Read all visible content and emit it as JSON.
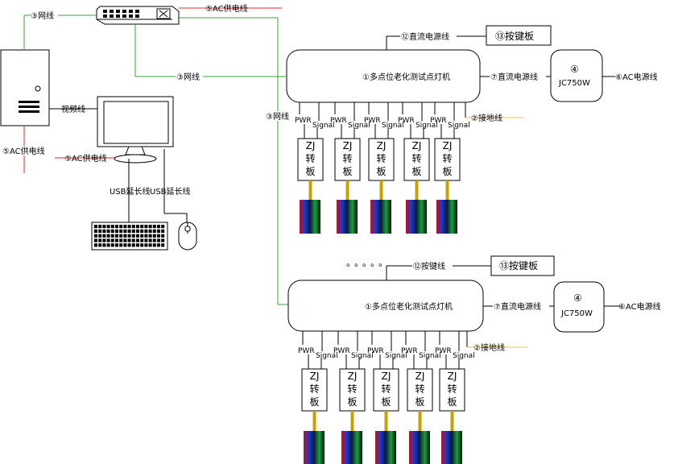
{
  "colors": {
    "network": "#3aa33a",
    "ac_power": "#e8262b",
    "ground": "#f0c040",
    "cable": "#c8a000",
    "line": "#000000"
  },
  "labels": {
    "net_top": "③网线",
    "ac_switch": "⑤AC供电线",
    "net_mid": "③网线",
    "net_side": "③网线",
    "video": "视频线",
    "ac_pc": "⑤AC供电线",
    "ac_monitor": "⑤AC供电线",
    "usb_kb": "USB延长线",
    "usb_mouse": "USB延长线",
    "ellipsis": "。。。。。"
  },
  "groups": [
    {
      "tester": "①多点位老化测试点灯机",
      "dc_top": "⑫直流电源线",
      "keypad": "⑬按键板",
      "dc_side": "⑦直流电源线",
      "psu_num": "④",
      "psu_model": "JC750W",
      "ac_psu": "⑥AC电源线",
      "ground": "②接地线",
      "pwr": [
        "PWR",
        "PWR",
        "PWR",
        "PWR",
        "PWR"
      ],
      "signal": [
        "Signal",
        "Signal",
        "Signal",
        "Signal",
        "Signal"
      ],
      "board": [
        [
          "ZJ",
          "转",
          "板"
        ],
        [
          "ZJ",
          "转",
          "板"
        ],
        [
          "ZJ",
          "转",
          "板"
        ],
        [
          "ZJ",
          "转",
          "板"
        ],
        [
          "ZJ",
          "转",
          "板"
        ]
      ]
    },
    {
      "tester": "①多点位老化测试点灯机",
      "dc_top": "⑫按键线",
      "keypad": "⑬按键板",
      "dc_side": "⑦直流电源线",
      "psu_num": "④",
      "psu_model": "JC750W",
      "ac_psu": "⑥AC电源线",
      "ground": "②接地线",
      "pwr": [
        "PWR",
        "PWR",
        "PWR",
        "PWR",
        "PWR"
      ],
      "signal": [
        "Signal",
        "Signal",
        "Signal",
        "Signal",
        "Signal"
      ],
      "board": [
        [
          "ZJ",
          "转",
          "板"
        ],
        [
          "ZJ",
          "转",
          "板"
        ],
        [
          "ZJ",
          "转",
          "板"
        ],
        [
          "ZJ",
          "转",
          "板"
        ],
        [
          "ZJ",
          "转",
          "板"
        ]
      ]
    }
  ]
}
